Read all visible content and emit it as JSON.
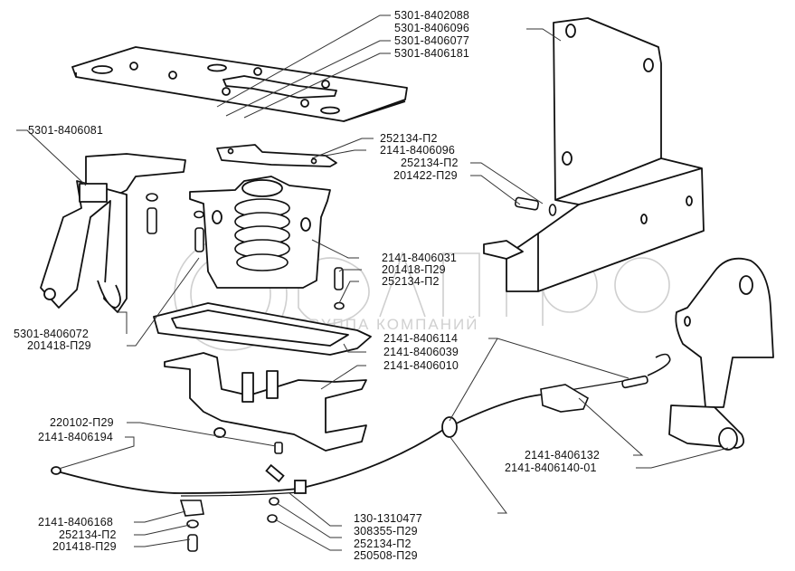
{
  "title": "Hood lock and release cable assembly — exploded parts diagram",
  "watermark": {
    "brand": "белагро",
    "subtitle": "ГРУППА КОМПАНИЙ",
    "color": "#c8c8c8"
  },
  "colors": {
    "line": "#111111",
    "leader": "#333333",
    "background": "#ffffff"
  },
  "labels": {
    "l01": "5301-8402088",
    "l02": "5301-8406096",
    "l03": "5301-8406077",
    "l04": "5301-8406181",
    "l05": "5301-8406081",
    "l06": "252134-П2",
    "l07": "2141-8406096",
    "l08": "252134-П2",
    "l09": "201422-П29",
    "l10": "2141-8406031",
    "l11": "201418-П29",
    "l12": "252134-П2",
    "l13": "5301-8406072",
    "l14": "201418-П29",
    "l15": "2141-8406114",
    "l16": "2141-8406039",
    "l17": "2141-8406010",
    "l18": "220102-П29",
    "l19": "2141-8406194",
    "l20": "2141-8406132",
    "l21": "2141-8406140-01",
    "l22": "2141-8406168",
    "l23": "252134-П2",
    "l24": "201418-П29",
    "l25": "130-1310477",
    "l26": "308355-П29",
    "l27": "252134-П2",
    "l28": "250508-П29"
  },
  "parts": [
    {
      "id": "top-plate",
      "label_ref": "l01"
    },
    {
      "id": "vertical-bracket",
      "label_ref": "l02"
    },
    {
      "id": "hook-lever",
      "label_ref": "l05"
    },
    {
      "id": "lock-mechanism",
      "label_ref": "l10"
    },
    {
      "id": "gasket",
      "label_ref": "l16"
    },
    {
      "id": "lock-base",
      "label_ref": "l17"
    },
    {
      "id": "release-cable",
      "label_ref": "l15"
    },
    {
      "id": "release-handle",
      "label_ref": "l21"
    }
  ]
}
